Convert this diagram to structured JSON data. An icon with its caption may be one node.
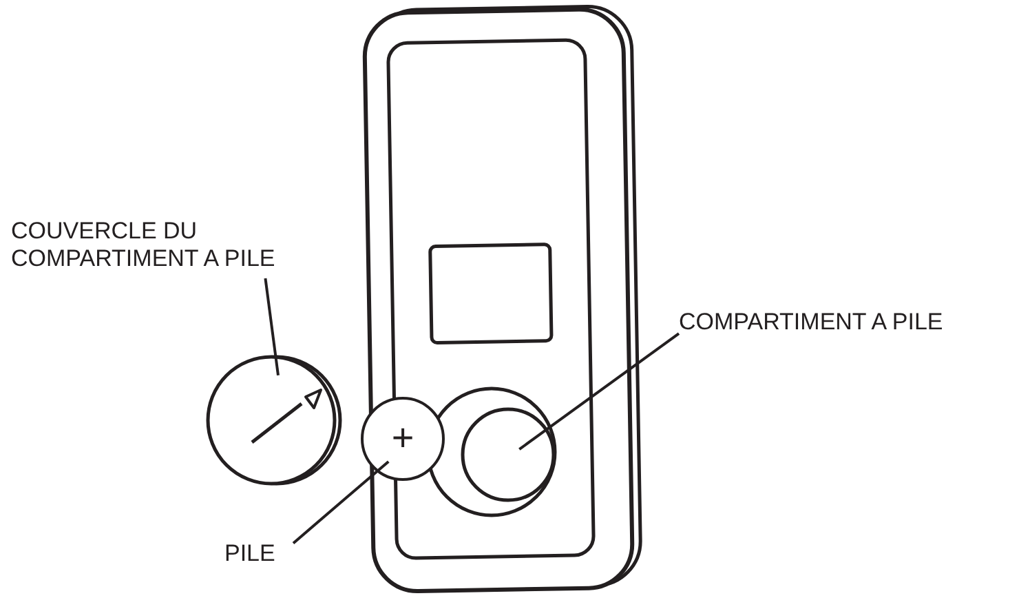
{
  "diagram": {
    "nodes": [
      {
        "text": [
          "COUVERCLE DU COMPARTIMENT A PILE"
        ]
      },
      {
        "text": [
          "COMPARTIMENT A PILE"
        ]
      },
      {
        "text": [
          "PILE"
        ]
      },
      {
        "text": [],
        "shape": "circle"
      },
      {
        "text": [],
        "shape": "circle"
      },
      {
        "text": [
          "+"
        ]
      }
    ],
    "edges": [
      {
        "from": 0,
        "to": 3,
        "arrow": "none"
      },
      {
        "from": 1,
        "to": 4,
        "arrow": "none"
      },
      {
        "from": 2,
        "to": 5,
        "arrow": "none"
      }
    ]
  }
}
